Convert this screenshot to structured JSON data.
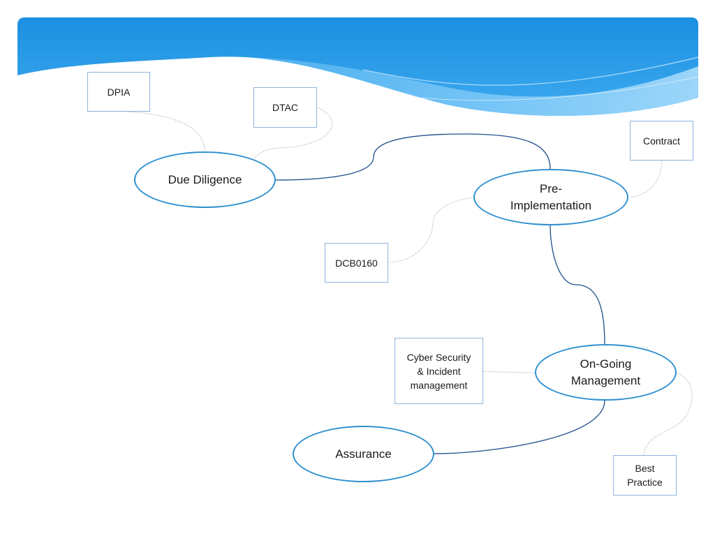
{
  "colors": {
    "banner_top": "#1890e0",
    "banner_light": "#8fd0f8",
    "ellipse_border": "#2f8fd0",
    "box_border": "#8fb4de",
    "solid_connector": "#1f4e8c",
    "dotted_connector": "#9aa8b8"
  },
  "nodes": {
    "due_diligence": "Due Diligence",
    "pre_implementation": "Pre-\nImplementation",
    "on_going_management": "On-Going\nManagement",
    "assurance": "Assurance"
  },
  "notes": {
    "dpia": "DPIA",
    "dtac": "DTAC",
    "contract": "Contract",
    "dcb0160": "DCB0160",
    "cyber_security": "Cyber Security\n& Incident\nmanagement",
    "best_practice": "Best\nPractice"
  }
}
